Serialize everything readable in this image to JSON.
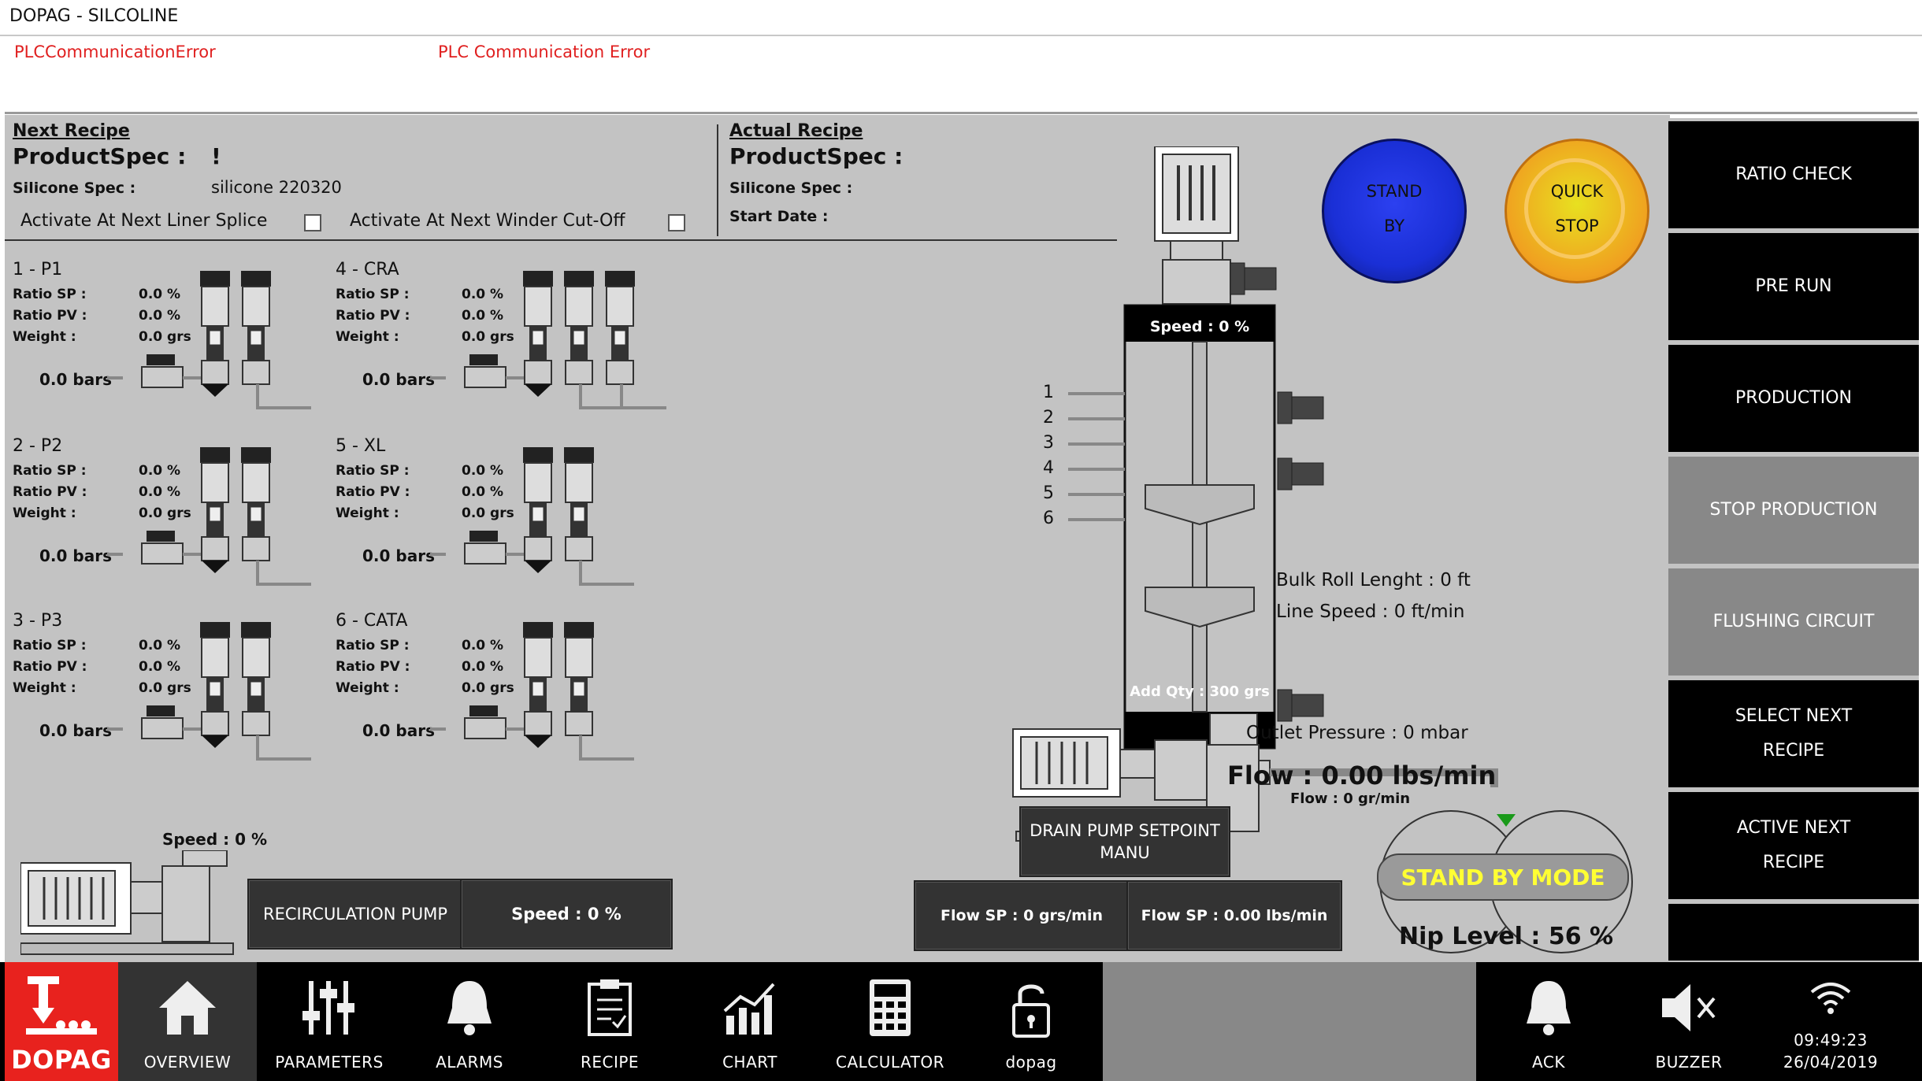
{
  "window": {
    "title": "DOPAG - SILCOLINE"
  },
  "alarms": [
    {
      "tag": "PLCCommunicationError",
      "message": "PLC Communication Error"
    }
  ],
  "next_recipe": {
    "heading": "Next Recipe",
    "product_spec_label": "ProductSpec :",
    "product_spec_value": "!",
    "silicone_spec_label": "Silicone Spec :",
    "silicone_spec_value": "silicone 220320",
    "activate_liner_label": "Activate At Next Liner Splice",
    "activate_winder_label": "Activate At Next Winder Cut-Off"
  },
  "actual_recipe": {
    "heading": "Actual Recipe",
    "product_spec_label": "ProductSpec :",
    "silicone_spec_label": "Silicone Spec :",
    "start_date_label": "Start Date :"
  },
  "dosing_units": [
    {
      "name": "1 - P1",
      "ratio_sp_label": "Ratio SP :",
      "ratio_sp": "0.0 %",
      "ratio_pv_label": "Ratio PV :",
      "ratio_pv": "0.0 %",
      "weight_label": "Weight :",
      "weight": "0.0 grs",
      "pressure": "0.0 bars"
    },
    {
      "name": "2 - P2",
      "ratio_sp_label": "Ratio SP :",
      "ratio_sp": "0.0 %",
      "ratio_pv_label": "Ratio PV :",
      "ratio_pv": "0.0 %",
      "weight_label": "Weight :",
      "weight": "0.0 grs",
      "pressure": "0.0 bars"
    },
    {
      "name": "3 - P3",
      "ratio_sp_label": "Ratio SP :",
      "ratio_sp": "0.0 %",
      "ratio_pv_label": "Ratio PV :",
      "ratio_pv": "0.0 %",
      "weight_label": "Weight :",
      "weight": "0.0 grs",
      "pressure": "0.0 bars"
    },
    {
      "name": "4 - CRA",
      "ratio_sp_label": "Ratio SP :",
      "ratio_sp": "0.0 %",
      "ratio_pv_label": "Ratio PV :",
      "ratio_pv": "0.0 %",
      "weight_label": "Weight :",
      "weight": "0.0 grs",
      "pressure": "0.0 bars"
    },
    {
      "name": "5 - XL",
      "ratio_sp_label": "Ratio SP :",
      "ratio_sp": "0.0 %",
      "ratio_pv_label": "Ratio PV :",
      "ratio_pv": "0.0 %",
      "weight_label": "Weight :",
      "weight": "0.0 grs",
      "pressure": "0.0 bars"
    },
    {
      "name": "6 - CATA",
      "ratio_sp_label": "Ratio SP :",
      "ratio_sp": "0.0 %",
      "ratio_pv_label": "Ratio PV :",
      "ratio_pv": "0.0 %",
      "weight_label": "Weight :",
      "weight": "0.0 grs",
      "pressure": "0.0 bars"
    }
  ],
  "recirculation": {
    "speed": "Speed : 0 %",
    "button_label": "RECIRCULATION PUMP",
    "speed_button": "Speed : 0 %"
  },
  "mixer": {
    "speed": "Speed : 0 %",
    "add_qty": "Add Qty : 300 grs",
    "levels": [
      "1",
      "2",
      "3",
      "4",
      "5",
      "6"
    ],
    "bulk_roll": "Bulk Roll Lenght : 0 ft",
    "line_speed": "Line Speed : 0 ft/min",
    "outlet_pressure": "Outlet Pressure : 0 mbar",
    "flow_big": "Flow : 0.00 lbs/min",
    "flow_small": "Flow : 0 gr/min",
    "drain_button": "DRAIN PUMP SETPOINT MANU",
    "flow_sp_grs": "Flow SP : 0 grs/min",
    "flow_sp_lbs": "Flow SP : 0.00 lbs/min"
  },
  "nip": {
    "mode": "STAND BY MODE",
    "level": "Nip Level : 56 %",
    "level_value": 56
  },
  "round_buttons": {
    "standby": [
      "STAND",
      "BY"
    ],
    "quickstop": [
      "QUICK",
      "STOP"
    ]
  },
  "sidebar": {
    "items": [
      "RATIO CHECK",
      "PRE RUN",
      "PRODUCTION",
      "STOP PRODUCTION",
      "FLUSHING CIRCUIT",
      "SELECT NEXT RECIPE",
      "ACTIVE NEXT RECIPE"
    ]
  },
  "nav": {
    "logo": "DOPAG",
    "items": [
      "OVERVIEW",
      "PARAMETERS",
      "ALARMS",
      "RECIPE",
      "CHART",
      "CALCULATOR",
      "dopag"
    ],
    "ack": "ACK",
    "buzzer": "BUZZER",
    "time": "09:49:23",
    "date": "26/04/2019"
  },
  "colors": {
    "alarm": "#e02020",
    "standby_blue": "#1a2fd6",
    "quickstop_orange": "#f0a020",
    "nip_mode_text": "#ffff33",
    "logo_red": "#e8221e"
  }
}
